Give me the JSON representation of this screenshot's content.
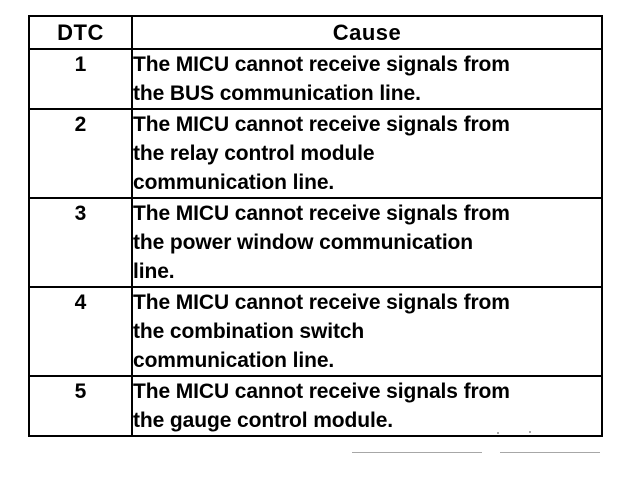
{
  "document": {
    "kind": "dtc-cause-table",
    "background_color": "#ffffff",
    "ink_color": "#000000"
  },
  "table": {
    "columns": [
      {
        "key": "dtc",
        "header": "DTC"
      },
      {
        "key": "cause",
        "header": "Cause"
      }
    ],
    "rows": [
      {
        "dtc": "1",
        "cause_lines": [
          "The MICU cannot receive signals from",
          "the BUS communication line."
        ]
      },
      {
        "dtc": "2",
        "cause_lines": [
          "The MICU cannot receive signals from",
          "the relay control module",
          "communication line."
        ]
      },
      {
        "dtc": "3",
        "cause_lines": [
          "The MICU cannot receive signals from",
          "the power window communication",
          "line."
        ]
      },
      {
        "dtc": "4",
        "cause_lines": [
          "The MICU cannot receive signals from",
          "the combination switch",
          "communication line."
        ]
      },
      {
        "dtc": "5",
        "cause_lines": [
          "The MICU cannot receive signals from",
          "the gauge control module."
        ]
      }
    ]
  }
}
